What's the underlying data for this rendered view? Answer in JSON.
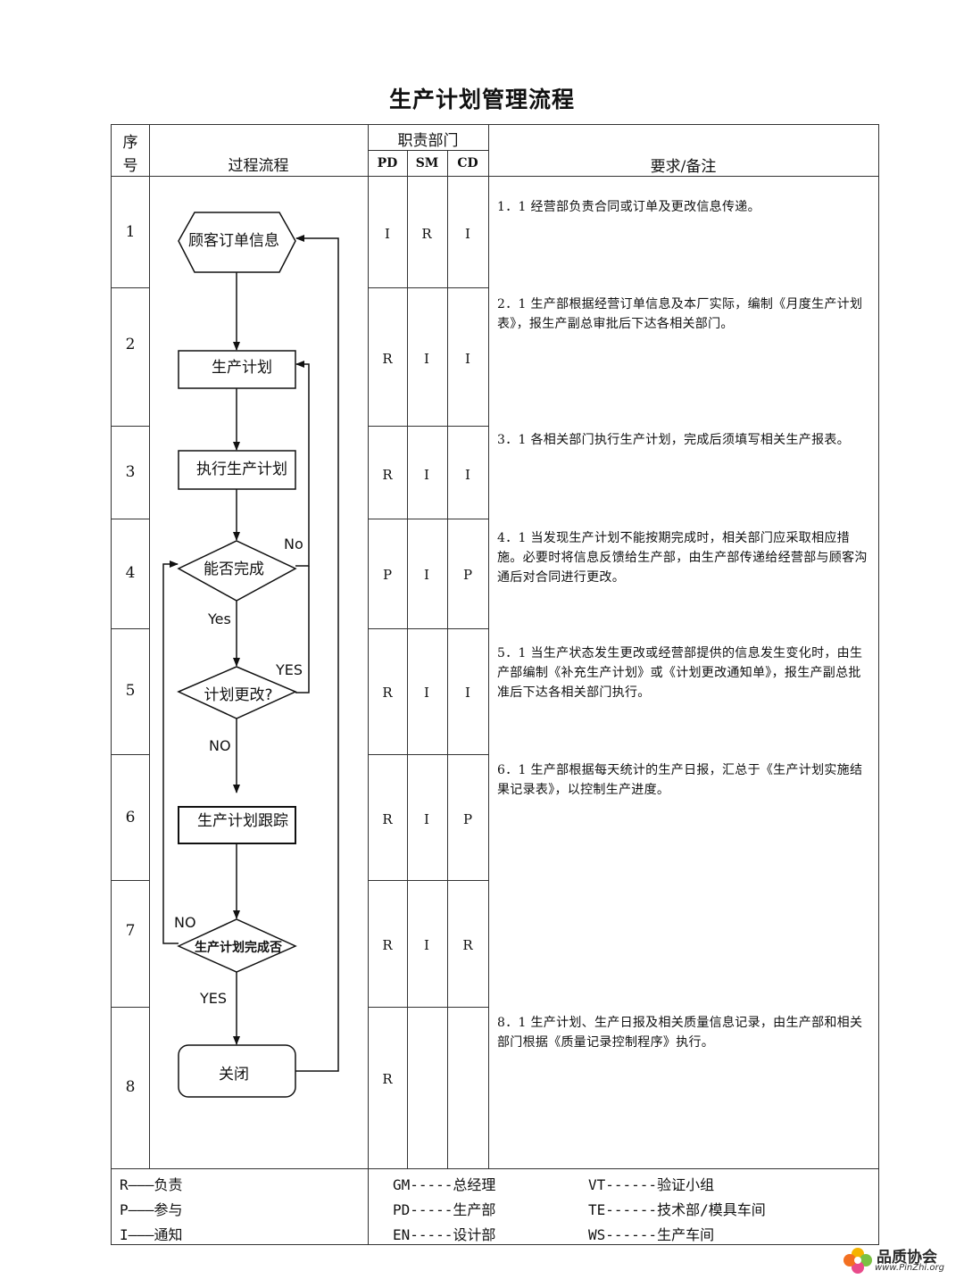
{
  "title": "生产计划管理流程",
  "header": {
    "seq_line1": "序",
    "seq_line2": "号",
    "process": "过程流程",
    "dept": "职责部门",
    "pd": "PD",
    "sm": "SM",
    "cd": "CD",
    "notes": "要求/备注"
  },
  "rows": [
    {
      "num": "1",
      "pd": "I",
      "sm": "R",
      "cd": "I"
    },
    {
      "num": "2",
      "pd": "R",
      "sm": "I",
      "cd": "I"
    },
    {
      "num": "3",
      "pd": "R",
      "sm": "I",
      "cd": "I"
    },
    {
      "num": "4",
      "pd": "P",
      "sm": "I",
      "cd": "P"
    },
    {
      "num": "5",
      "pd": "R",
      "sm": "I",
      "cd": "I"
    },
    {
      "num": "6",
      "pd": "R",
      "sm": "I",
      "cd": "P"
    },
    {
      "num": "7",
      "pd": "R",
      "sm": "I",
      "cd": "R"
    },
    {
      "num": "8",
      "pd": "R",
      "sm": "",
      "cd": ""
    }
  ],
  "notes": [
    "1．1 经营部负责合同或订单及更改信息传递。",
    "2．1 生产部根据经营订单信息及本厂实际，编制《月度生产计划表》，报生产副总审批后下达各相关部门。",
    "3．1 各相关部门执行生产计划，完成后须填写相关生产报表。",
    "4．1 当发现生产计划不能按期完成时，相关部门应采取相应措施。必要时将信息反馈给生产部，由生产部传递给经营部与顾客沟通后对合同进行更改。",
    "5．1 当生产状态发生更改或经营部提供的信息发生变化时，由生产部编制《补充生产计划》或《计划更改通知单》，报生产副总批准后下达各相关部门执行。",
    "6．1 生产部根据每天统计的生产日报，汇总于《生产计划实施结果记录表》，以控制生产进度。",
    "8．1 生产计划、生产日报及相关质量信息记录，由生产部和相关部门根据《质量记录控制程序》执行。"
  ],
  "flow": {
    "customer_order": "顾客订单信息",
    "production_plan": "生产计划",
    "execute_plan": "执行生产计划",
    "can_complete": "能否完成",
    "plan_change": "计划更改?",
    "plan_tracking": "生产计划跟踪",
    "plan_done": "生产计划完成否",
    "close": "关闭",
    "no_1": "No",
    "yes_1": "Yes",
    "yes_2": "YES",
    "no_2": "NO",
    "no_3": "NO",
    "yes_3": "YES"
  },
  "legend": {
    "r": "R———负责",
    "p": "P———参与",
    "i": "I———通知",
    "gm": "GM-----总经理",
    "pd": "PD-----生产部",
    "en": "EN-----设计部",
    "vt": "VT------验证小组",
    "te": "TE------技术部/模具车间",
    "ws": "WS------生产车间"
  },
  "watermark": {
    "name": "品质协会",
    "url": "www.PinZhi.org"
  }
}
